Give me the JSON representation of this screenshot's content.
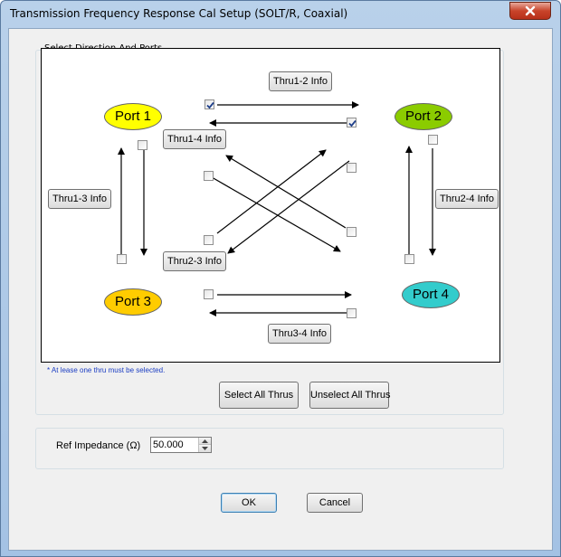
{
  "window": {
    "title": "Transmission Frequency Response Cal Setup (SOLT/R, Coaxial)",
    "close_glyph": "✕"
  },
  "group": {
    "label": "Select Direction And Ports"
  },
  "ports": {
    "p1": {
      "label": "Port 1",
      "color": "#ffff00"
    },
    "p2": {
      "label": "Port 2",
      "color": "#8bcc00"
    },
    "p3": {
      "label": "Port 3",
      "color": "#ffcc00"
    },
    "p4": {
      "label": "Port 4",
      "color": "#33cccc"
    }
  },
  "info_buttons": {
    "thru12": "Thru1-2 Info",
    "thru14": "Thru1-4 Info",
    "thru13": "Thru1-3 Info",
    "thru24": "Thru2-4 Info",
    "thru23": "Thru2-3 Info",
    "thru34": "Thru3-4 Info"
  },
  "checkboxes": {
    "thru_1_to_2": true,
    "thru_2_to_1": true,
    "thru_1_to_3": false,
    "thru_3_to_1": false,
    "thru_2_to_4": false,
    "thru_4_to_2": false,
    "thru_1_to_4": false,
    "thru_4_to_1": false,
    "thru_2_to_3": false,
    "thru_3_to_2": false,
    "thru_3_to_4": false,
    "thru_4_to_3": false
  },
  "note": "* At lease one thru must be selected.",
  "actions": {
    "select_all": "Select All Thrus",
    "unselect_all": "Unselect All Thrus"
  },
  "ref_impedance": {
    "label": "Ref Impedance (Ω)",
    "value": "50.000"
  },
  "footer": {
    "ok": "OK",
    "cancel": "Cancel"
  },
  "colors": {
    "title_bar": "#b9d1ea",
    "dialog_bg": "#f0f0f0",
    "close_red": "#c8442b",
    "note_blue": "#1a3cc2"
  }
}
